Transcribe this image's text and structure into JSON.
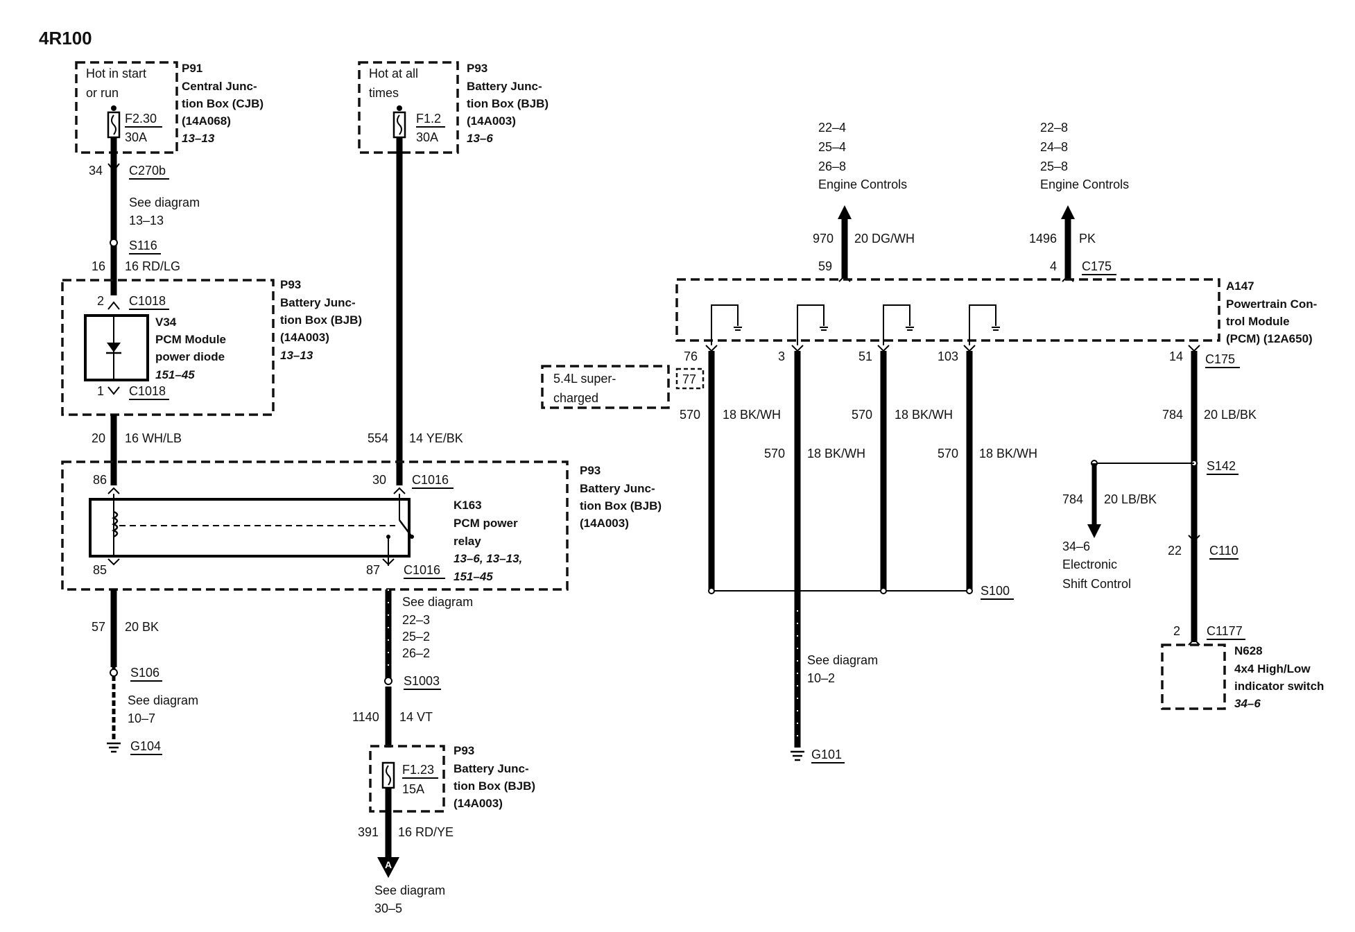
{
  "title": "4R100",
  "fuse_f230": {
    "note": [
      "Hot in start",
      "or run"
    ],
    "fuse_id": "F2.30",
    "rating": "30A",
    "label": [
      "P91",
      "Central Junc-",
      "tion Box (CJB)",
      "(14A068)"
    ],
    "ref": "13–13"
  },
  "fuse_f12": {
    "note": [
      "Hot at all",
      "times"
    ],
    "fuse_id": "F1.2",
    "rating": "30A",
    "label": [
      "P93",
      "Battery Junc-",
      "tion Box (BJB)",
      "(14A003)"
    ],
    "ref": "13–6"
  },
  "left_wire": {
    "c270b_pin": "34",
    "c270b": "C270b",
    "see_diagram": [
      "See diagram",
      "13–13"
    ],
    "s116": "S116",
    "s116_circuit": "16",
    "s116_wire": "16 RD/LG",
    "c1018_pin_top": "2",
    "c1018_top": "C1018",
    "c1018_pin_bottom": "1",
    "c1018_bottom": "C1018",
    "circuit_20": "20",
    "wire_20": "16 WH/LB"
  },
  "diode": {
    "label": [
      "V34",
      "PCM Module",
      "power diode"
    ],
    "ref": "151–45",
    "box_label": [
      "P93",
      "Battery Junc-",
      "tion Box (BJB)",
      "(14A003)"
    ],
    "box_ref": "13–13"
  },
  "relay": {
    "pin86": "86",
    "pin85": "85",
    "pin30": "30",
    "pin87": "87",
    "c1016_top": "C1016",
    "c1016_bottom": "C1016",
    "label": [
      "K163",
      "PCM power",
      "relay"
    ],
    "refs": [
      "13–6, 13–13,",
      "151–45"
    ],
    "box_label": [
      "P93",
      "Battery Junc-",
      "tion Box (BJB)",
      "(14A003)"
    ],
    "circuit_554": "554",
    "wire_554": "14 YE/BK"
  },
  "ground_g104": {
    "circuit": "57",
    "wire": "20 BK",
    "splice": "S106",
    "see_diagram": [
      "See diagram",
      "10–7"
    ],
    "ground": "G104"
  },
  "center_wire": {
    "see_diagram": [
      "See diagram",
      "22–3",
      "25–2",
      "26–2"
    ],
    "splice": "S1003",
    "circuit": "1140",
    "wire": "14 VT"
  },
  "fuse_f123": {
    "fuse_id": "F1.23",
    "rating": "15A",
    "label": [
      "P93",
      "Battery Junc-",
      "tion Box (BJB)",
      "(14A003)"
    ],
    "circuit": "391",
    "wire": "16 RD/YE",
    "connector": "A",
    "see_diagram": [
      "See diagram",
      "30–5"
    ]
  },
  "engine_controls_1": {
    "refs": [
      "22–4",
      "25–4",
      "26–8"
    ],
    "label": "Engine Controls",
    "circuit": "970",
    "wire": "20 DG/WH",
    "pin": "59"
  },
  "engine_controls_2": {
    "refs": [
      "22–8",
      "24–8",
      "25–8"
    ],
    "label": "Engine Controls",
    "circuit": "1496",
    "wire": "PK",
    "pin": "4",
    "connector": "C175"
  },
  "pcm": {
    "label": [
      "A147",
      "Powertrain Con-",
      "trol Module",
      "(PCM) (12A650)"
    ],
    "option_box": [
      "5.4L super-",
      "charged"
    ],
    "option_pin": "77",
    "pins": [
      "76",
      "3",
      "51",
      "103"
    ],
    "pin14": "14",
    "connector_14": "C175"
  },
  "grounds": {
    "circuit_570": "570",
    "wire_570": "18 BK/WH",
    "splice": "S100",
    "see_diagram": [
      "See diagram",
      "10–2"
    ],
    "ground": "G101"
  },
  "shift": {
    "circuit": "784",
    "wire": "20 LB/BK",
    "splice": "S142",
    "branch_circuit": "784",
    "branch_wire": "20 LB/BK",
    "esc": [
      "34–6",
      "Electronic",
      "Shift Control"
    ],
    "c110_pin": "22",
    "c110": "C110",
    "c1177_pin": "2",
    "c1177": "C1177",
    "switch_label": [
      "N628",
      "4x4 High/Low",
      "indicator switch"
    ],
    "switch_ref": "34–6"
  }
}
